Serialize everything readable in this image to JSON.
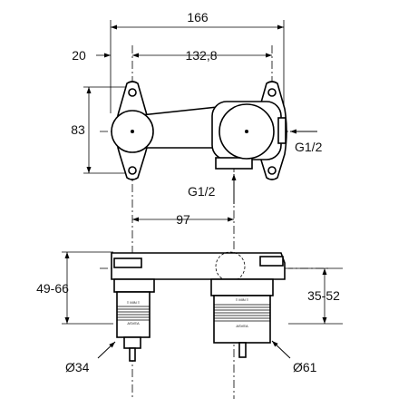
{
  "dimensions": {
    "total_width": "166",
    "left_offset": "20",
    "center_distance": "132,8",
    "height": "83",
    "inlet_right": "G1/2",
    "inlet_bottom": "G1/2",
    "center_to_inlet": "97",
    "depth_left": "49-66",
    "depth_right": "35-52",
    "diameter_left": "Ø34",
    "diameter_right": "Ø61"
  },
  "labels": {
    "left_body_mark_top": "≡ MIN ≡",
    "left_body_mark_bottom": "ASVEA",
    "right_body_mark_top": "≡ MIN ≡",
    "right_body_mark_bottom": "ASVEA"
  }
}
